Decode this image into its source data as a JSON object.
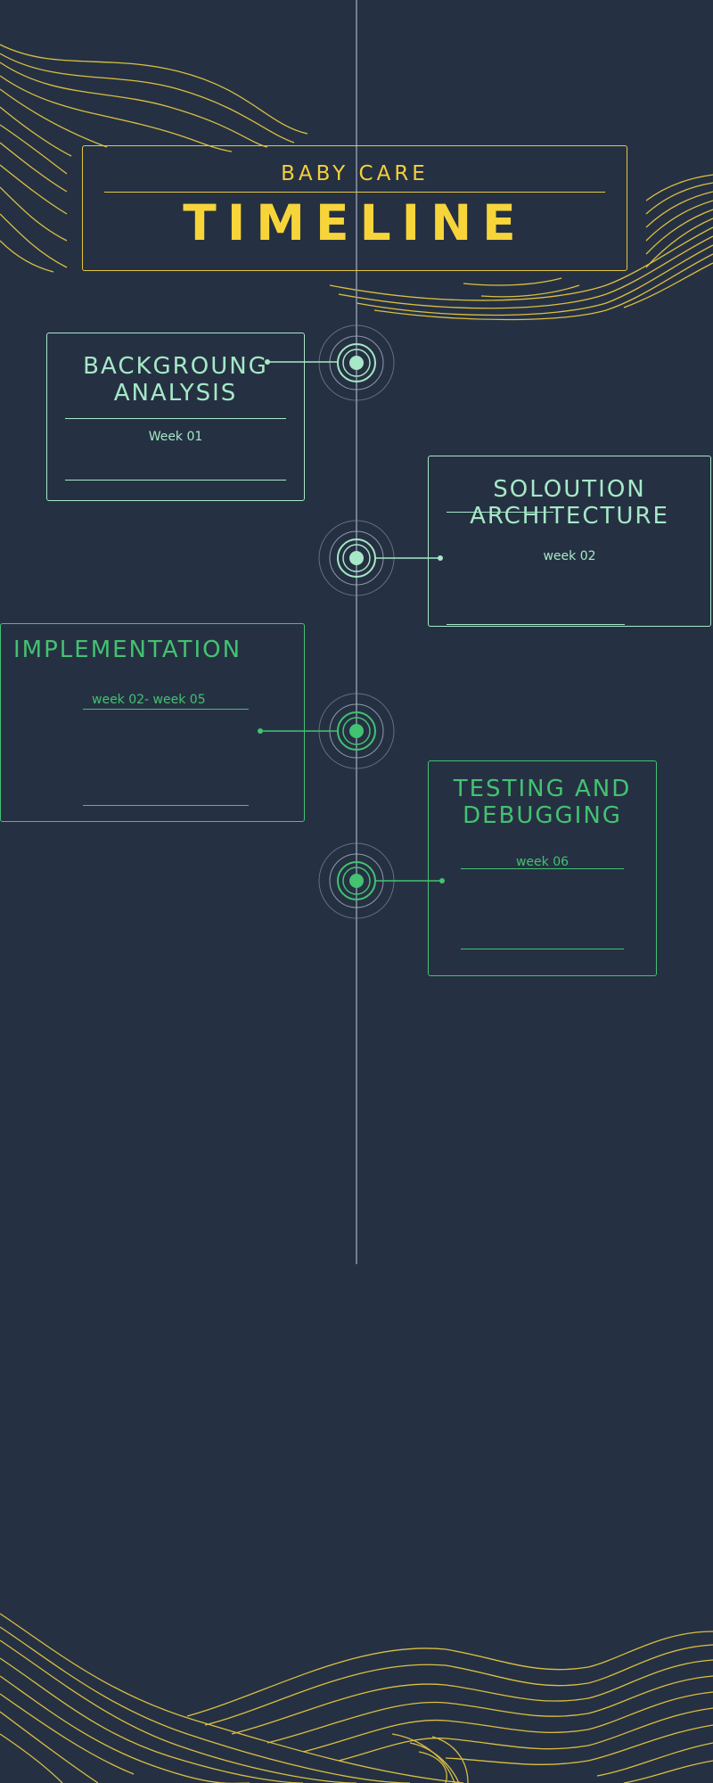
{
  "header": {
    "subtitle": "BABY CARE",
    "title": "TIMELINE"
  },
  "milestones": [
    {
      "title_line1": "BACKGROUNG",
      "title_line2": "ANALYSIS",
      "week": "Week 01",
      "color": "#a6e8c7"
    },
    {
      "title_line1": "SOLOUTION",
      "title_line2": "ARCHITECTURE",
      "week": "week  02",
      "color": "#a6e8c7"
    },
    {
      "title_line1": "IMPLEMENTATION",
      "title_line2": "",
      "week": "week 02- week 05",
      "color": "#43c271"
    },
    {
      "title_line1": "TESTING AND",
      "title_line2": "DEBUGGING",
      "week": "week 06",
      "color": "#43c271"
    }
  ],
  "colors": {
    "background": "#253142",
    "accent_yellow": "#e5c642",
    "accent_mint": "#a6e8c7",
    "accent_green": "#43c271",
    "axis": "#8c9aab"
  }
}
